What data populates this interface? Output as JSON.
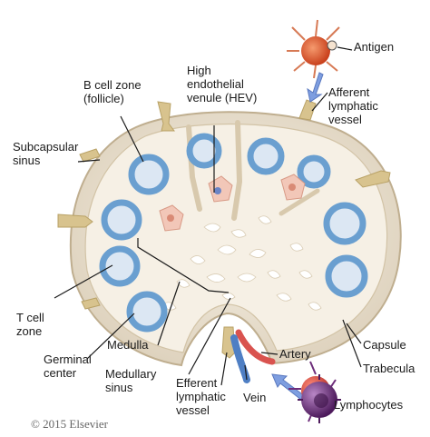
{
  "labels": {
    "antigen": "Antigen",
    "afferent_lymphatic_vessel": "Afferent\nlymphatic\nvessel",
    "high_endothelial_venule": "High\nendothelial\nvenule (HEV)",
    "b_cell_zone": "B cell zone\n(follicle)",
    "subcapsular_sinus": "Subcapsular\nsinus",
    "t_cell_zone": "T cell\nzone",
    "germinal_center": "Germinal\ncenter",
    "medulla": "Medulla",
    "medullary_sinus": "Medullary\nsinus",
    "efferent_lymphatic_vessel": "Efferent\nlymphatic\nvessel",
    "artery": "Artery",
    "vein": "Vein",
    "capsule": "Capsule",
    "trabecula": "Trabecula",
    "lymphocytes": "Lymphocytes"
  },
  "copyright": "© 2015 Elsevier",
  "colors": {
    "capsule": "#e9dfcf",
    "cortex": "#f5efe4",
    "follicle_ring": "#6fa0cf",
    "follicle_center": "#dde8f4",
    "hev": "#f2c7b8",
    "vessel": "#d8c38e",
    "artery": "#d9534f",
    "vein": "#4f7fc4",
    "arrow": "#6f8fd6",
    "antigen": "#e05a35",
    "lymphocyte": "#6d2d7a"
  }
}
